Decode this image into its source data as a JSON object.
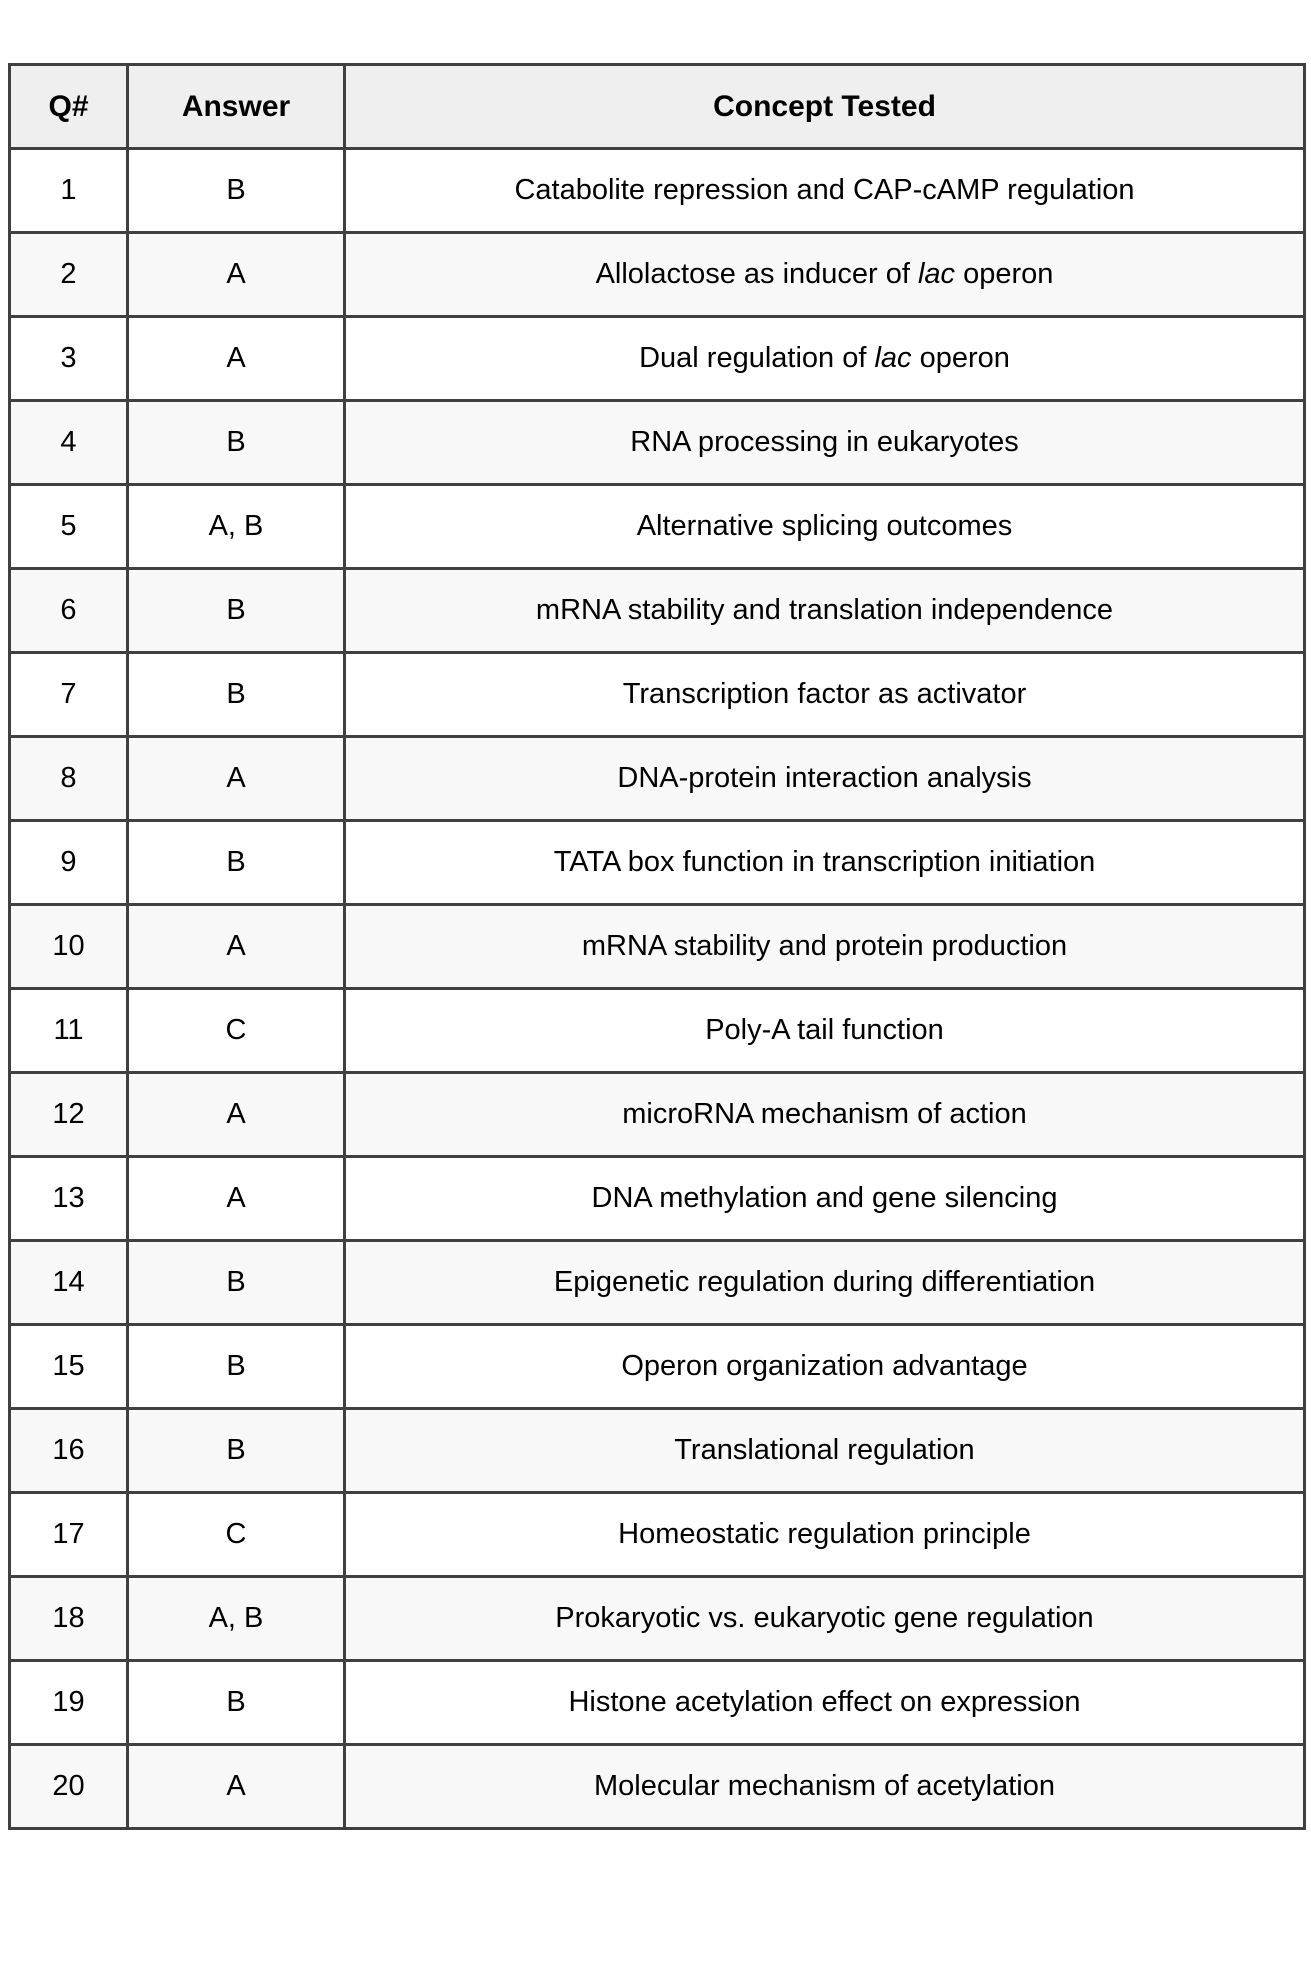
{
  "table": {
    "columns": [
      "Q#",
      "Answer",
      "Concept Tested"
    ],
    "rows": [
      {
        "q": "1",
        "answer": "B",
        "concept": [
          {
            "t": "Catabolite repression and CAP-cAMP regulation"
          }
        ]
      },
      {
        "q": "2",
        "answer": "A",
        "concept": [
          {
            "t": "Allolactose as inducer of "
          },
          {
            "t": "lac",
            "i": true
          },
          {
            "t": " operon"
          }
        ]
      },
      {
        "q": "3",
        "answer": "A",
        "concept": [
          {
            "t": "Dual regulation of "
          },
          {
            "t": "lac",
            "i": true
          },
          {
            "t": " operon"
          }
        ]
      },
      {
        "q": "4",
        "answer": "B",
        "concept": [
          {
            "t": "RNA processing in eukaryotes"
          }
        ]
      },
      {
        "q": "5",
        "answer": "A, B",
        "concept": [
          {
            "t": "Alternative splicing outcomes"
          }
        ]
      },
      {
        "q": "6",
        "answer": "B",
        "concept": [
          {
            "t": "mRNA stability and translation independence"
          }
        ]
      },
      {
        "q": "7",
        "answer": "B",
        "concept": [
          {
            "t": "Transcription factor as activator"
          }
        ]
      },
      {
        "q": "8",
        "answer": "A",
        "concept": [
          {
            "t": "DNA-protein interaction analysis"
          }
        ]
      },
      {
        "q": "9",
        "answer": "B",
        "concept": [
          {
            "t": "TATA box function in transcription initiation"
          }
        ]
      },
      {
        "q": "10",
        "answer": "A",
        "concept": [
          {
            "t": "mRNA stability and protein production"
          }
        ]
      },
      {
        "q": "11",
        "answer": "C",
        "concept": [
          {
            "t": "Poly-A tail function"
          }
        ]
      },
      {
        "q": "12",
        "answer": "A",
        "concept": [
          {
            "t": "microRNA mechanism of action"
          }
        ]
      },
      {
        "q": "13",
        "answer": "A",
        "concept": [
          {
            "t": "DNA methylation and gene silencing"
          }
        ]
      },
      {
        "q": "14",
        "answer": "B",
        "concept": [
          {
            "t": "Epigenetic regulation during differentiation"
          }
        ]
      },
      {
        "q": "15",
        "answer": "B",
        "concept": [
          {
            "t": "Operon organization advantage"
          }
        ]
      },
      {
        "q": "16",
        "answer": "B",
        "concept": [
          {
            "t": "Translational regulation"
          }
        ]
      },
      {
        "q": "17",
        "answer": "C",
        "concept": [
          {
            "t": "Homeostatic regulation principle"
          }
        ]
      },
      {
        "q": "18",
        "answer": "A, B",
        "concept": [
          {
            "t": "Prokaryotic vs. eukaryotic gene regulation"
          }
        ]
      },
      {
        "q": "19",
        "answer": "B",
        "concept": [
          {
            "t": "Histone acetylation effect on expression"
          }
        ]
      },
      {
        "q": "20",
        "answer": "A",
        "concept": [
          {
            "t": "Molecular mechanism of acetylation"
          }
        ]
      }
    ],
    "colors": {
      "border": "#404040",
      "header_bg": "#efefef",
      "row_even_bg": "#f8f8f8",
      "row_odd_bg": "#ffffff",
      "text": "#000000"
    }
  }
}
